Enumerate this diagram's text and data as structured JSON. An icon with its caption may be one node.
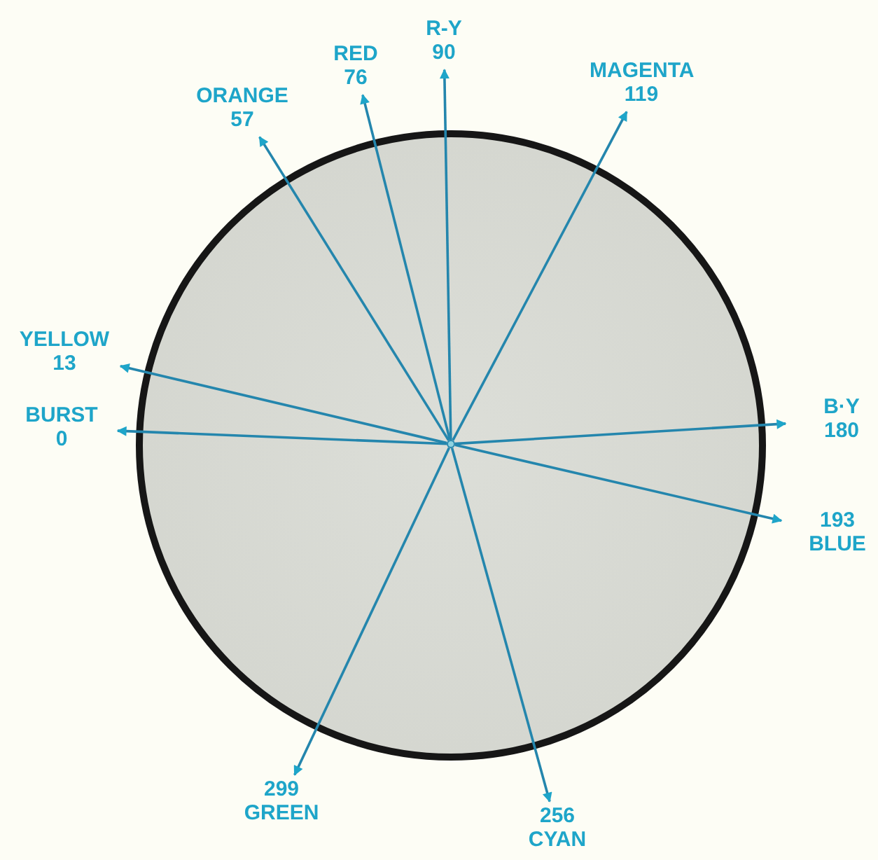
{
  "diagram": {
    "nodes": [
      {
        "text": [],
        "shape": "circle"
      },
      {
        "text": [],
        "shape": "circle",
        "in": 0
      },
      {
        "text": [
          "R-Y 90"
        ]
      },
      {
        "text": [
          "RED 76"
        ]
      },
      {
        "text": [
          "MAGENTA 119"
        ]
      },
      {
        "text": [
          "ORANGE 57"
        ]
      },
      {
        "text": [
          "YELLOW 13"
        ]
      },
      {
        "text": [
          "B·Y 180"
        ]
      },
      {
        "text": [
          "BURST 0"
        ]
      },
      {
        "text": [
          "193 BLUE"
        ]
      },
      {
        "text": [
          "299 GREEN"
        ]
      },
      {
        "text": [
          "256 CYAN"
        ]
      }
    ],
    "edges": [
      {
        "from": 1,
        "to": 2,
        "arrow": "to"
      },
      {
        "from": 1,
        "to": 3,
        "arrow": "to"
      },
      {
        "from": 1,
        "to": 4,
        "arrow": "to"
      },
      {
        "from": 1,
        "to": 5,
        "arrow": "to"
      },
      {
        "from": 1,
        "to": 6,
        "arrow": "to"
      },
      {
        "from": 1,
        "to": 7,
        "arrow": "to"
      },
      {
        "from": 1,
        "to": 8,
        "arrow": "to"
      },
      {
        "from": 1,
        "to": 9,
        "arrow": "to"
      },
      {
        "from": 1,
        "to": 10,
        "arrow": "to"
      },
      {
        "from": 1,
        "to": 11,
        "arrow": "to"
      }
    ]
  }
}
